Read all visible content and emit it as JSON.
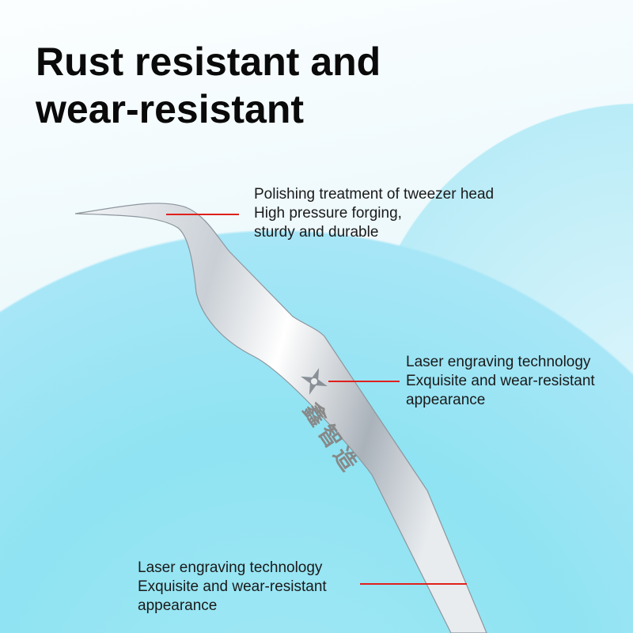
{
  "title": {
    "line1": "Rust resistant and",
    "line2": "wear-resistant"
  },
  "annotations": [
    {
      "lines": [
        "Polishing treatment of tweezer head",
        "High pressure forging,",
        "sturdy and durable"
      ]
    },
    {
      "lines": [
        "Laser engraving technology",
        "Exquisite and wear-resistant",
        "appearance"
      ]
    },
    {
      "lines": [
        "Laser engraving technology",
        "Exquisite and wear-resistant",
        "appearance"
      ]
    }
  ],
  "product": {
    "brand_text": "鑫智造",
    "logo_icon": "shuriken-star-icon"
  },
  "colors": {
    "accent_line": "#e0201c"
  }
}
